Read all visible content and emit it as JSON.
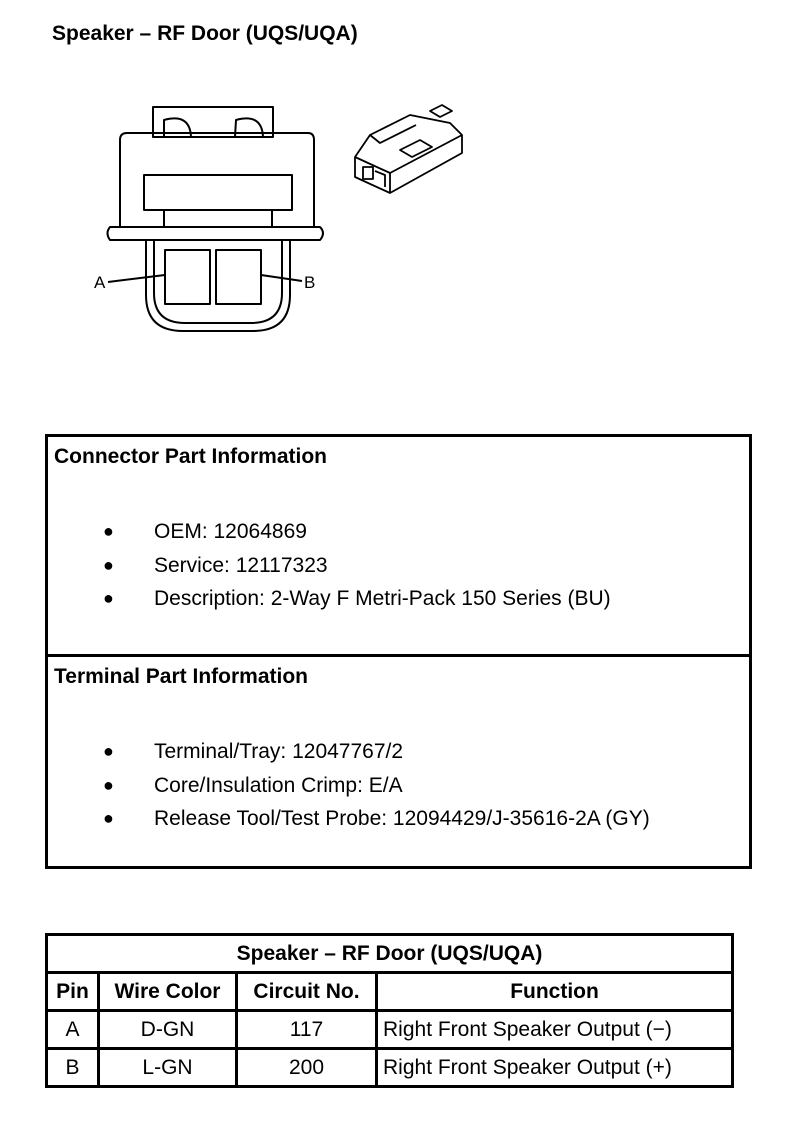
{
  "page": {
    "title": "Speaker – RF Door (UQS/UQA)"
  },
  "diagram": {
    "pin_labels": {
      "a": "A",
      "b": "B"
    }
  },
  "connector_info": {
    "heading": "Connector Part Information",
    "items": [
      "OEM: 12064869",
      "Service: 12117323",
      "Description: 2-Way F Metri-Pack 150 Series (BU)"
    ]
  },
  "terminal_info": {
    "heading": "Terminal Part Information",
    "items": [
      "Terminal/Tray: 12047767/2",
      "Core/Insulation Crimp: E/A",
      "Release Tool/Test Probe: 12094429/J-35616-2A (GY)"
    ]
  },
  "pin_table": {
    "title": "Speaker – RF Door (UQS/UQA)",
    "columns": [
      "Pin",
      "Wire Color",
      "Circuit No.",
      "Function"
    ],
    "rows": [
      {
        "pin": "A",
        "wire_color": "D-GN",
        "circuit": "117",
        "function": "Right Front Speaker Output (−)"
      },
      {
        "pin": "B",
        "wire_color": "L-GN",
        "circuit": "200",
        "function": "Right Front Speaker Output (+)"
      }
    ]
  }
}
